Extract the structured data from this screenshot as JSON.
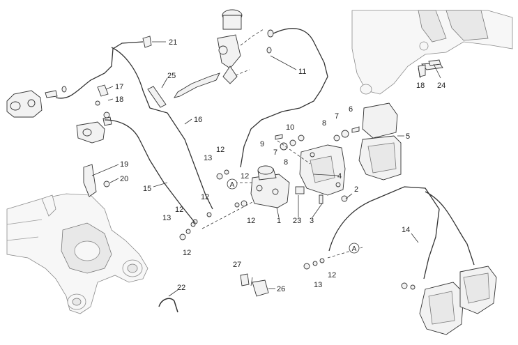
{
  "callouts": {
    "c1": "1",
    "c2": "2",
    "c3": "3",
    "c4": "4",
    "c5": "5",
    "c6": "6",
    "c7a": "7",
    "c7b": "7",
    "c8a": "8",
    "c8b": "8",
    "c9": "9",
    "c10": "10",
    "c11": "11",
    "c12a": "12",
    "c12b": "12",
    "c12c": "12",
    "c12d": "12",
    "c12e": "12",
    "c12f": "12",
    "c12g": "12",
    "c13a": "13",
    "c13b": "13",
    "c13c": "13",
    "c14": "14",
    "c15": "15",
    "c16": "16",
    "c17": "17",
    "c18a": "18",
    "c18b": "18",
    "c19": "19",
    "c20": "20",
    "c21": "21",
    "c22": "22",
    "c23": "23",
    "c24": "24",
    "c25": "25",
    "c26": "26",
    "c27": "27"
  },
  "refs": {
    "a1": "A",
    "a2": "A"
  }
}
